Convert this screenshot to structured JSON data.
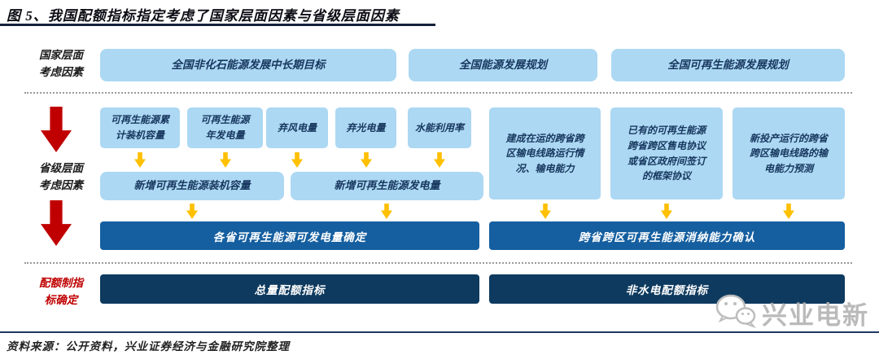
{
  "title": "图 5、我国配额指标指定考虑了国家层面因素与省级层面因素",
  "national": {
    "label": "国家层面\n考虑因素",
    "boxes": [
      "全国非化石能源发展中长期目标",
      "全国能源发展规划",
      "全国可再生能源发展规划"
    ]
  },
  "provincial": {
    "label": "省级层面\n考虑因素",
    "left": {
      "factors": [
        "可再生能源累\n计装机容量",
        "可再生能源\n年发电量",
        "弃风电量",
        "弃光电量",
        "水能利用率"
      ],
      "aggregates": [
        "新增可再生能源装机容量",
        "新增可再生能源发电量"
      ],
      "result": "各省可再生能源可发电量确定"
    },
    "right": {
      "factors": [
        "建成在运的跨省跨\n区输电线路运行情\n况、输电能力",
        "已有的可再生能源\n跨省跨区售电协议\n或省区政府间签订\n的框架协议",
        "新投产运行的跨省\n跨区输电线路的输\n电能力预测"
      ],
      "result": "跨省跨区可再生能源消纳能力确认"
    }
  },
  "quota": {
    "label": "配额制指\n标确定",
    "bars": [
      "总量配额指标",
      "非水电配额指标"
    ]
  },
  "watermark": {
    "name": "兴业电新",
    "icon": "wechat-icon"
  },
  "footer": "资料来源：公开资料，兴业证券经济与金融研究院整理",
  "colors": {
    "light_box": "#ACD8F3",
    "mid_bar": "#155FA0",
    "dark_bar": "#0E3A5F",
    "accent_red": "#C00000",
    "arrow_yellow": "#FFC000",
    "rule_navy": "#1F3864"
  }
}
